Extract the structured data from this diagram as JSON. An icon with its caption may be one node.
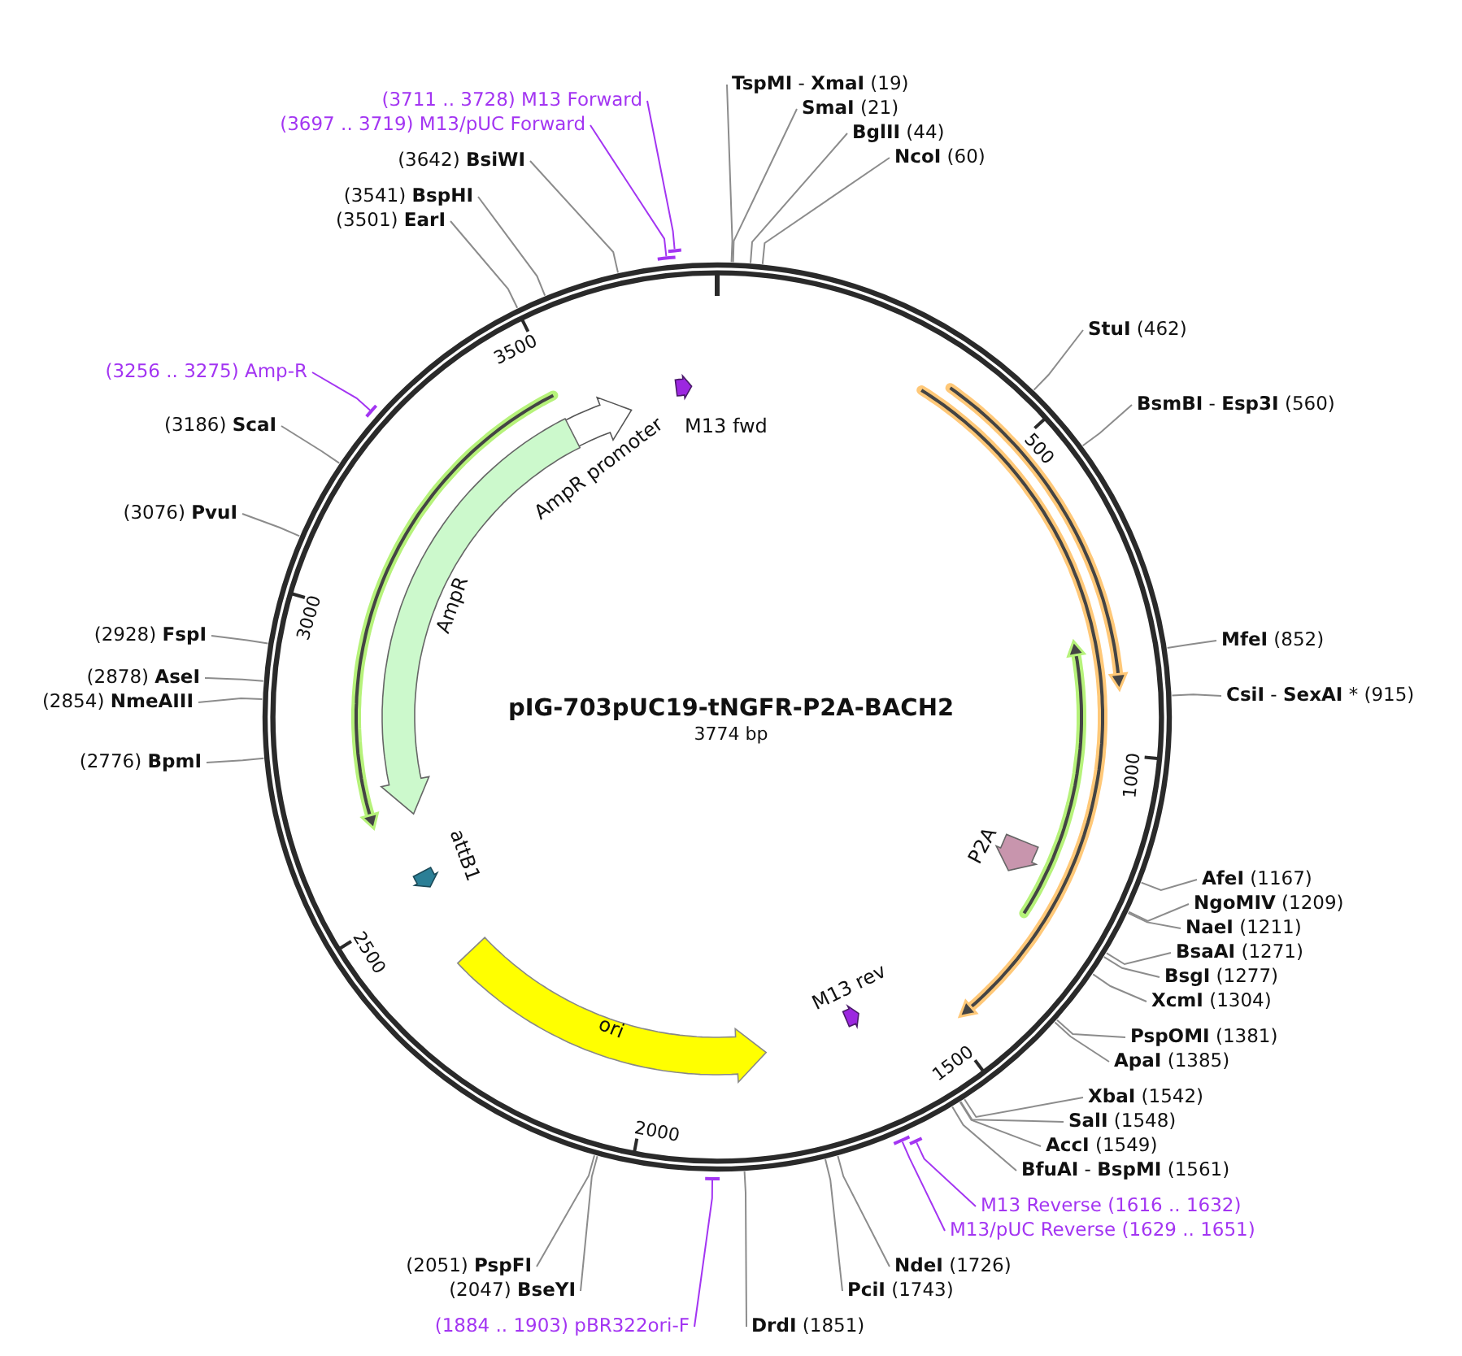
{
  "diagram": {
    "title": "pIG-703pUC19-tNGFR-P2A-BACH2",
    "nodes": [
      {
        "text": [],
        "shape": "circle"
      },
      {
        "text": [
          "M13 fwd"
        ],
        "in": 0
      },
      {
        "text": [
          "AmpR promoter"
        ],
        "in": 0
      },
      {
        "text": [
          "AmpR"
        ],
        "in": 0
      },
      {
        "text": [
          "attB1"
        ],
        "in": 0
      },
      {
        "text": [
          "ori"
        ],
        "in": 0
      },
      {
        "text": [
          "M13 rev"
        ],
        "in": 0
      },
      {
        "text": [
          "P2A"
        ],
        "in": 0
      },
      {
        "text": [],
        "shape": "bar"
      },
      {
        "text": [],
        "shape": "bar"
      },
      {
        "text": [],
        "shape": "bar"
      },
      {
        "text": [],
        "shape": "bar"
      },
      {
        "text": [],
        "shape": "bar"
      },
      {
        "text": [],
        "shape": "bar"
      },
      {
        "text": [
          "(3711 .. 3728) M13 Forward"
        ]
      },
      {
        "text": [
          "**TspMI** - **XmaI** (19)"
        ]
      },
      {
        "text": [
          "(3697 .. 3719) M13/pUC Forward"
        ]
      },
      {
        "text": [
          "**SmaI** (21)"
        ]
      },
      {
        "text": [
          "**BglII** (44)"
        ]
      },
      {
        "text": [
          "(3642) **BsiWI**"
        ]
      },
      {
        "text": [
          "**NcoI** (60)"
        ]
      },
      {
        "text": [
          "(3541) **BspHI**"
        ]
      },
      {
        "text": [
          "(3501) **EarI**"
        ]
      },
      {
        "text": [
          "**StuI** (462)"
        ]
      },
      {
        "text": [
          "(3256 .. 3275) Amp-R"
        ]
      },
      {
        "text": [
          "**BsmBI** - **Esp3I** (560)"
        ]
      },
      {
        "text": [
          "(3186) **ScaI**"
        ]
      },
      {
        "text": [
          "(3076) **PvuI**"
        ]
      },
      {
        "text": [
          "(2928) **FspI**"
        ]
      },
      {
        "text": [
          "**MfeI** (852)"
        ]
      },
      {
        "text": [
          "(2878) **AseI**"
        ]
      },
      {
        "text": [
          "**CsiI** - **SexAI** * (915)"
        ]
      },
      {
        "text": [
          "(2854) **NmeAIII**"
        ]
      },
      {
        "text": [
          "(2776) **BpmI**"
        ]
      },
      {
        "text": [
          "**AfeI** (1167)"
        ]
      },
      {
        "text": [
          "**NgoMIV** (1209)"
        ]
      },
      {
        "text": [
          "**NaeI** (1211)"
        ]
      },
      {
        "text": [
          "**BsaAI** (1271)"
        ]
      },
      {
        "text": [
          "**BsgI** (1277)"
        ]
      },
      {
        "text": [
          "**XcmI** (1304)"
        ]
      },
      {
        "text": [
          "**PspOMI** (1381)"
        ]
      },
      {
        "text": [
          "**ApaI** (1385)"
        ]
      },
      {
        "text": [
          "**XbaI** (1542)"
        ]
      },
      {
        "text": [
          "**SalI** (1548)"
        ]
      },
      {
        "text": [
          "**AccI** (1549)"
        ]
      },
      {
        "text": [
          "**BfuAI** - **BspMI** (1561)"
        ]
      },
      {
        "text": [
          "M13 Reverse (1616 .. 1632)"
        ]
      },
      {
        "text": [
          "M13/pUC Reverse (1629 .. 1651)"
        ]
      },
      {
        "text": [
          "**NdeI** (1726)"
        ]
      },
      {
        "text": [
          "(2051) **PspFI**"
        ]
      },
      {
        "text": [
          "**PciI** (1743)"
        ]
      },
      {
        "text": [
          "(2047) **BseYI**"
        ]
      },
      {
        "text": [
          "(1884 .. 1903) pBR322ori-F"
        ]
      },
      {
        "text": [
          "**DrdI** (1851)"
        ]
      }
    ],
    "edges": [
      {
        "from": 14,
        "to": 8,
        "arrow": "none",
        "color": "#a335f2"
      },
      {
        "from": 15,
        "to": 0,
        "arrow": "none"
      },
      {
        "from": 16,
        "to": 9,
        "arrow": "none",
        "color": "#a335f2"
      },
      {
        "from": 17,
        "to": 0,
        "arrow": "none"
      },
      {
        "from": 18,
        "to": 0,
        "arrow": "none"
      },
      {
        "from": 19,
        "to": 0,
        "arrow": "none"
      },
      {
        "from": 20,
        "to": 0,
        "arrow": "none"
      },
      {
        "from": 21,
        "to": 0,
        "arrow": "none"
      },
      {
        "from": 22,
        "to": 0,
        "arrow": "none"
      },
      {
        "from": 23,
        "to": 0,
        "arrow": "none"
      },
      {
        "from": 24,
        "to": 10,
        "arrow": "none",
        "color": "#a335f2"
      },
      {
        "from": 25,
        "to": 0,
        "arrow": "none"
      },
      {
        "from": 26,
        "to": 0,
        "arrow": "none"
      },
      {
        "from": 27,
        "to": 0,
        "arrow": "none"
      },
      {
        "from": 28,
        "to": 0,
        "arrow": "none"
      },
      {
        "from": 29,
        "to": 0,
        "arrow": "none"
      },
      {
        "from": 30,
        "to": 0,
        "arrow": "none"
      },
      {
        "from": 31,
        "to": 0,
        "arrow": "none"
      },
      {
        "from": 32,
        "to": 0,
        "arrow": "none"
      },
      {
        "from": 33,
        "to": 0,
        "arrow": "none"
      },
      {
        "from": 34,
        "to": 0,
        "arrow": "none"
      },
      {
        "from": 35,
        "to": 0,
        "arrow": "none"
      },
      {
        "from": 36,
        "to": 0,
        "arrow": "none"
      },
      {
        "from": 37,
        "to": 0,
        "arrow": "none"
      },
      {
        "from": 38,
        "to": 0,
        "arrow": "none"
      },
      {
        "from": 39,
        "to": 0,
        "arrow": "none"
      },
      {
        "from": 40,
        "to": 0,
        "arrow": "none"
      },
      {
        "from": 41,
        "to": 0,
        "arrow": "none"
      },
      {
        "from": 42,
        "to": 0,
        "arrow": "none"
      },
      {
        "from": 43,
        "to": 0,
        "arrow": "none"
      },
      {
        "from": 44,
        "to": 0,
        "arrow": "none"
      },
      {
        "from": 45,
        "to": 0,
        "arrow": "none"
      },
      {
        "from": 46,
        "to": 11,
        "arrow": "none",
        "color": "#a335f2"
      },
      {
        "from": 47,
        "to": 12,
        "arrow": "none",
        "color": "#a335f2"
      },
      {
        "from": 48,
        "to": 0,
        "arrow": "none"
      },
      {
        "from": 49,
        "to": 0,
        "arrow": "none"
      },
      {
        "from": 50,
        "to": 0,
        "arrow": "none"
      },
      {
        "from": 51,
        "to": 0,
        "arrow": "none"
      },
      {
        "from": 52,
        "to": 13,
        "arrow": "none",
        "color": "#a335f2"
      },
      {
        "from": 53,
        "to": 0,
        "arrow": "none"
      }
    ],
    "labels": [
      "3774 bp",
      "500",
      "1000",
      "1500",
      "2000",
      "2500",
      "3000",
      "3500"
    ]
  }
}
